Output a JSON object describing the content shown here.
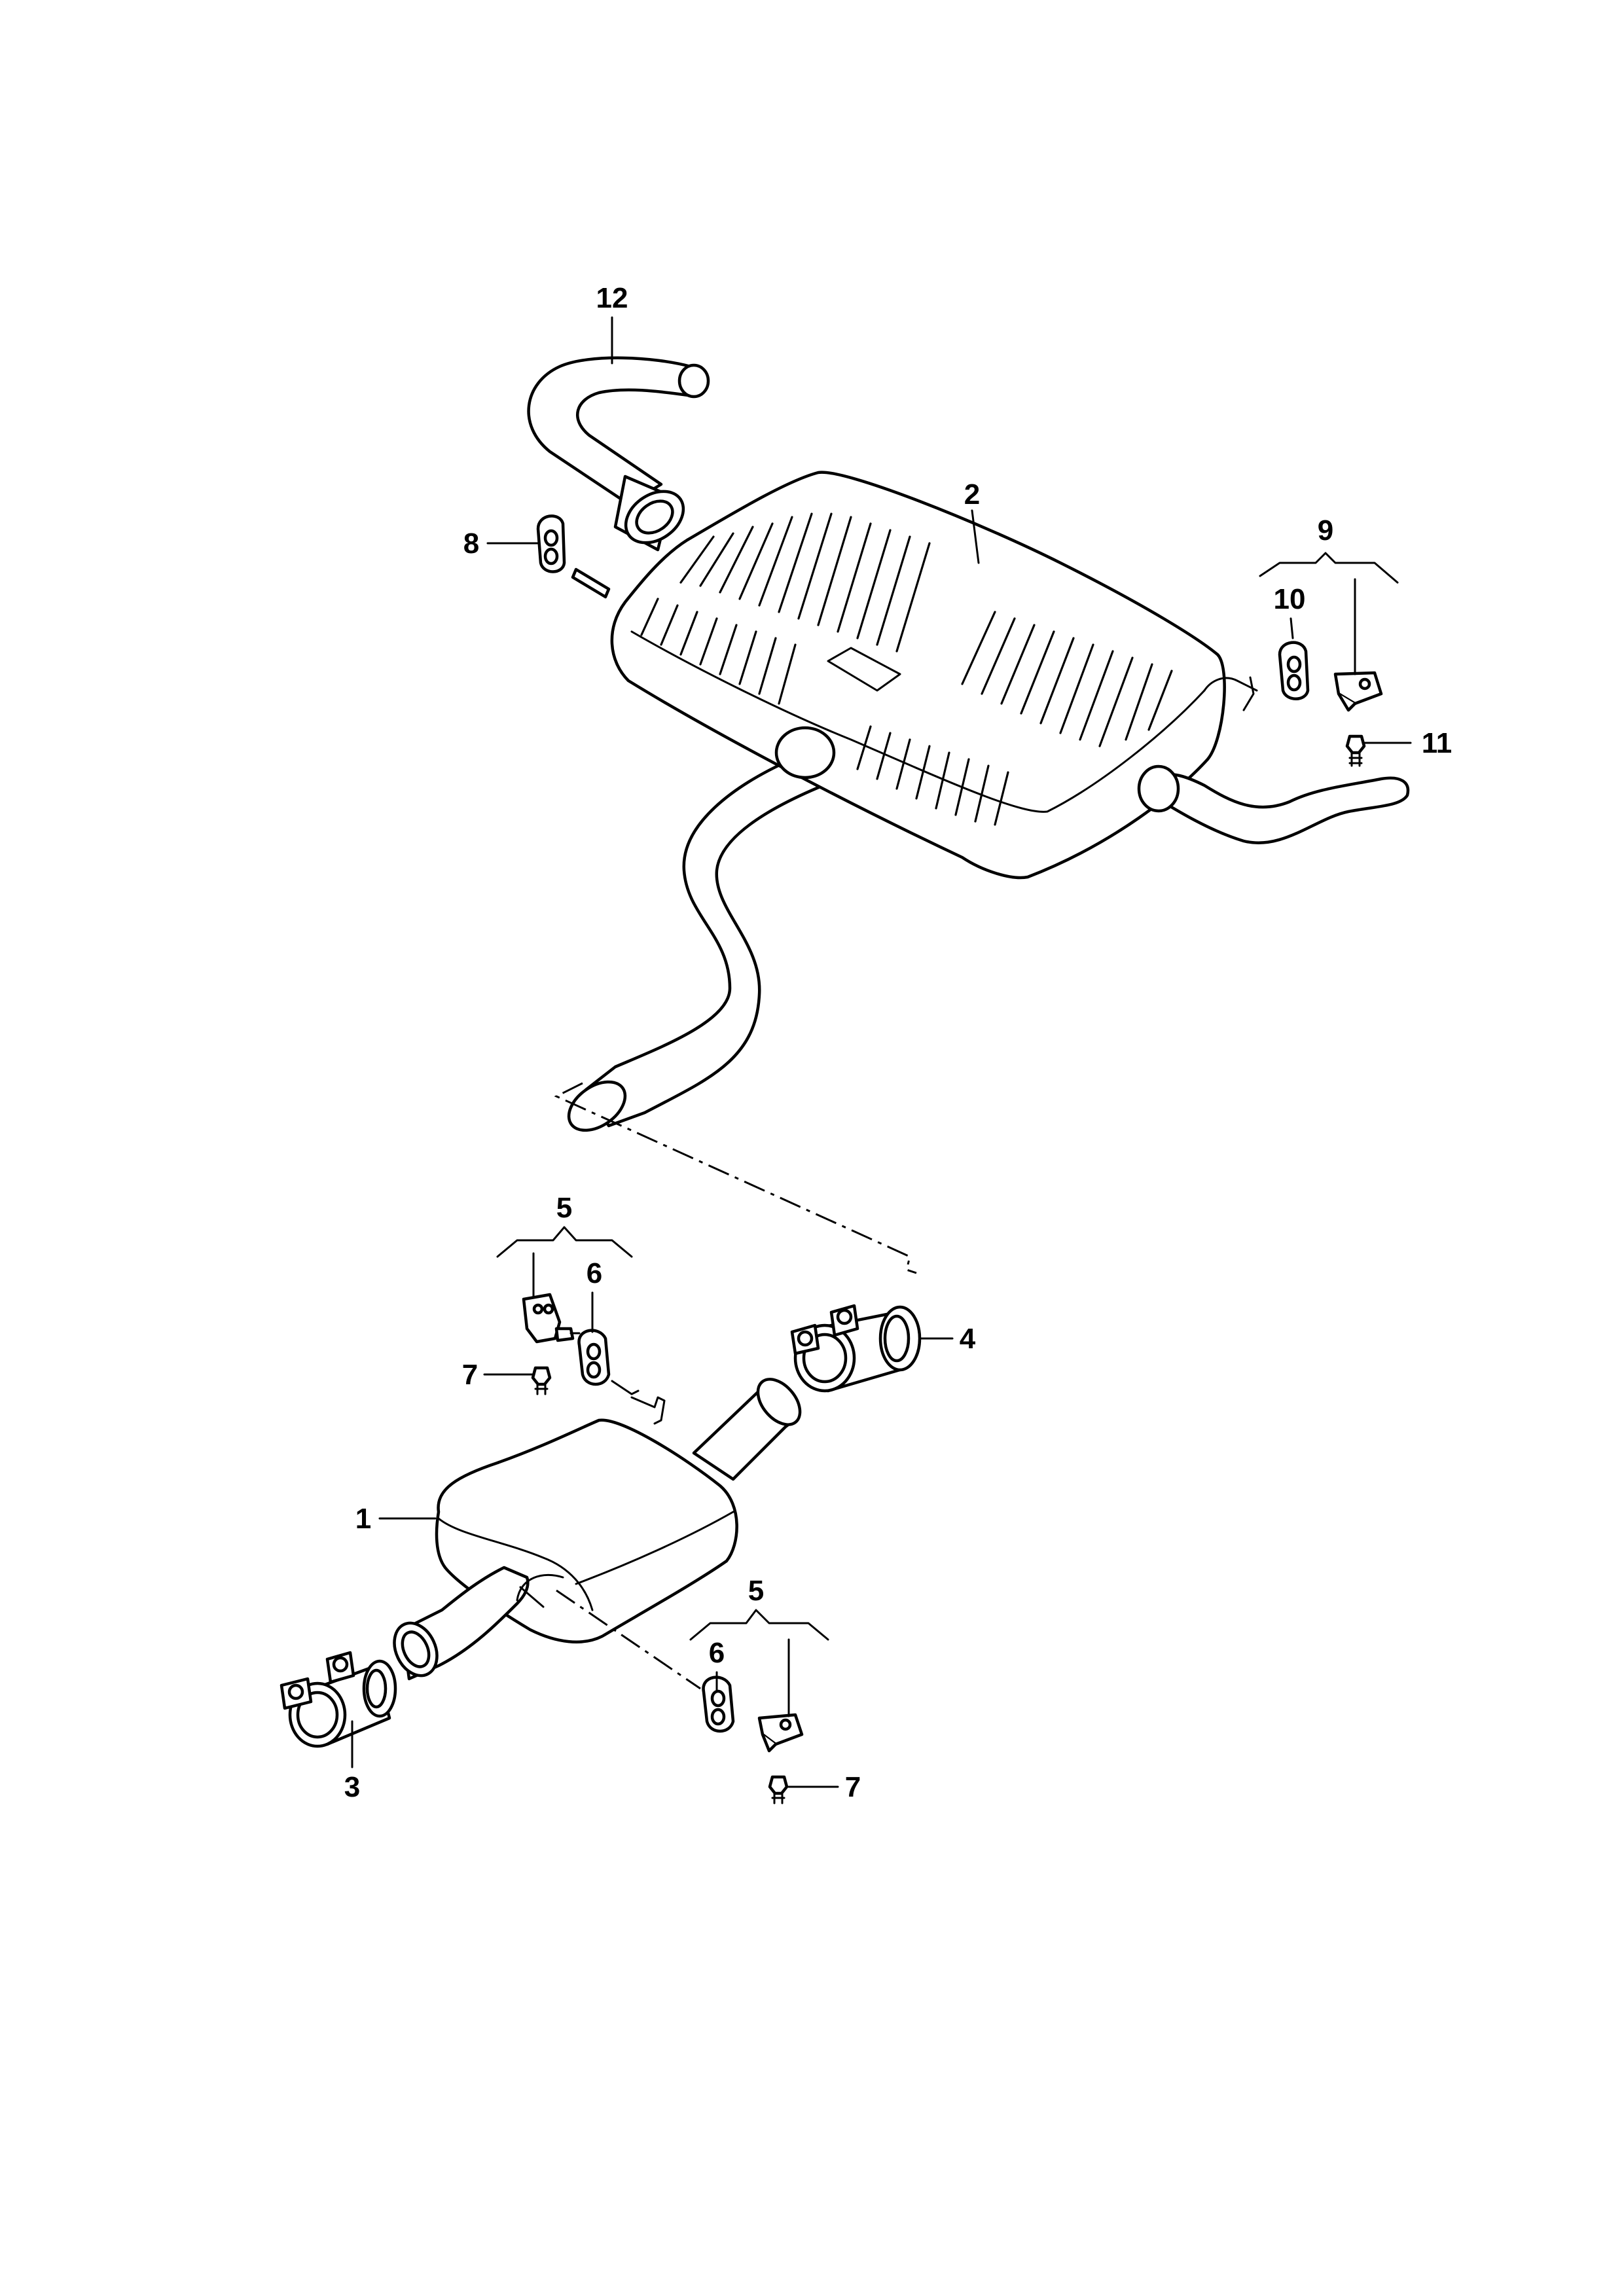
{
  "callouts": [
    {
      "id": "c1",
      "text": "1"
    },
    {
      "id": "c2",
      "text": "2"
    },
    {
      "id": "c3",
      "text": "3"
    },
    {
      "id": "c4",
      "text": "4"
    },
    {
      "id": "c5a",
      "text": "5"
    },
    {
      "id": "c5b",
      "text": "5"
    },
    {
      "id": "c6a",
      "text": "6"
    },
    {
      "id": "c6b",
      "text": "6"
    },
    {
      "id": "c7a",
      "text": "7"
    },
    {
      "id": "c7b",
      "text": "7"
    },
    {
      "id": "c8",
      "text": "8"
    },
    {
      "id": "c9",
      "text": "9"
    },
    {
      "id": "c10",
      "text": "10"
    },
    {
      "id": "c11",
      "text": "11"
    },
    {
      "id": "c12",
      "text": "12"
    }
  ]
}
